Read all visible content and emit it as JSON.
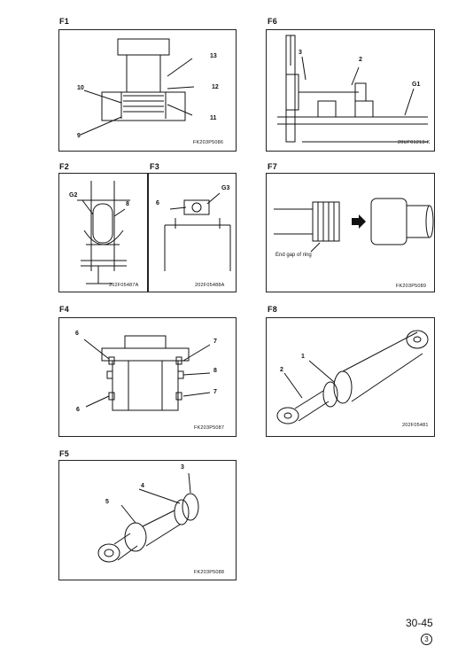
{
  "figures": {
    "f1": {
      "label": "F1",
      "caption": "FK203P5086",
      "callouts": {
        "c13": "13",
        "c12": "12",
        "c10": "10",
        "c11": "11",
        "c9": "9"
      }
    },
    "f6": {
      "label": "F6",
      "caption": "20UF01213-K",
      "callouts": {
        "c3": "3",
        "c2": "2",
        "g1": "G1"
      }
    },
    "f2": {
      "label": "F2",
      "caption": "202F05487A",
      "callouts": {
        "g2": "G2",
        "c8": "8"
      }
    },
    "f3": {
      "label": "F3",
      "caption": "202F05488A",
      "callouts": {
        "c6": "6",
        "g3": "G3"
      }
    },
    "f7": {
      "label": "F7",
      "caption": "FK203P5089",
      "note": "End gap of ring"
    },
    "f4": {
      "label": "F4",
      "caption": "FK203P5087",
      "callouts": {
        "c6a": "6",
        "c7a": "7",
        "c8": "8",
        "c7b": "7",
        "c6b": "6"
      }
    },
    "f8": {
      "label": "F8",
      "caption": "202F05481",
      "callouts": {
        "c1": "1",
        "c2": "2"
      }
    },
    "f5": {
      "label": "F5",
      "caption": "FK203P5088",
      "callouts": {
        "c3": "3",
        "c4": "4",
        "c5": "5"
      }
    }
  },
  "page": {
    "number": "30-45",
    "revision": "3"
  }
}
